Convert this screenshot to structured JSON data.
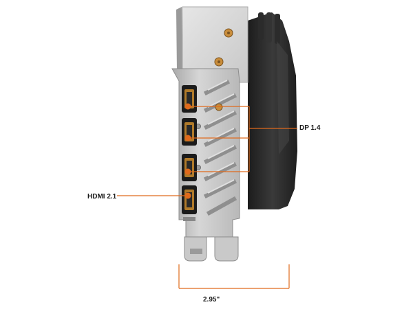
{
  "callouts": {
    "dp_label": "DP 1.4",
    "hdmi_label": "HDMI 2.1",
    "width_label": "2.95\""
  },
  "colors": {
    "accent": "#e06a1c",
    "cooler": "#2a2a2a",
    "bracket": "#bdbdbd",
    "port": "#1b1b1b"
  },
  "icons": {
    "port_marker": "orange-dot-icon"
  }
}
